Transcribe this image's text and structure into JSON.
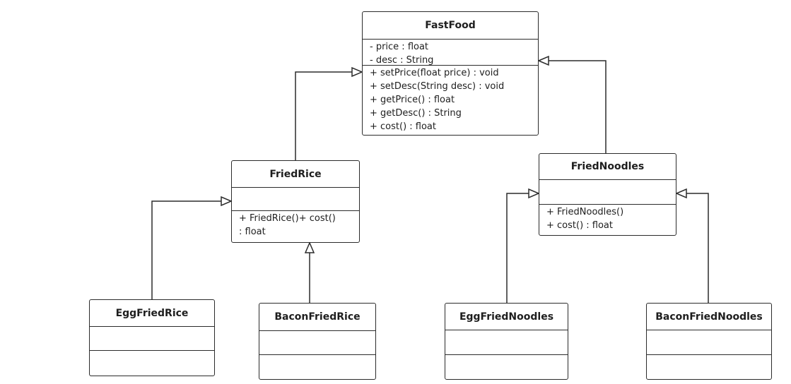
{
  "colors": {
    "stroke": "#2b2b2b",
    "background": "#ffffff",
    "text": "#1e1e1e"
  },
  "classes": {
    "fastfood": {
      "name": "FastFood",
      "attributes": [
        "- price : float",
        "- desc : String"
      ],
      "operations": [
        "+ setPrice(float price) : void",
        "+ setDesc(String desc) : void",
        "+ getPrice() : float",
        "+ getDesc() : String",
        "+ cost() : float"
      ]
    },
    "friedrice": {
      "name": "FriedRice",
      "attributes": [],
      "operations": [
        "+ FriedRice()+ cost()",
        ": float"
      ]
    },
    "friednoodles": {
      "name": "FriedNoodles",
      "attributes": [],
      "operations": [
        "+ FriedNoodles()",
        "+ cost() : float"
      ]
    },
    "eggfriedrice": {
      "name": "EggFriedRice",
      "attributes": [],
      "operations": []
    },
    "baconfriedrice": {
      "name": "BaconFriedRice",
      "attributes": [],
      "operations": []
    },
    "eggfriednoodles": {
      "name": "EggFriedNoodles",
      "attributes": [],
      "operations": []
    },
    "baconfriednoodles": {
      "name": "BaconFriedNoodles",
      "attributes": [],
      "operations": []
    }
  },
  "relations": [
    {
      "type": "generalization",
      "from": "friedrice",
      "to": "fastfood"
    },
    {
      "type": "generalization",
      "from": "friednoodles",
      "to": "fastfood"
    },
    {
      "type": "generalization",
      "from": "eggfriedrice",
      "to": "friedrice"
    },
    {
      "type": "generalization",
      "from": "baconfriedrice",
      "to": "friedrice"
    },
    {
      "type": "generalization",
      "from": "eggfriednoodles",
      "to": "friednoodles"
    },
    {
      "type": "generalization",
      "from": "baconfriednoodles",
      "to": "friednoodles"
    }
  ]
}
